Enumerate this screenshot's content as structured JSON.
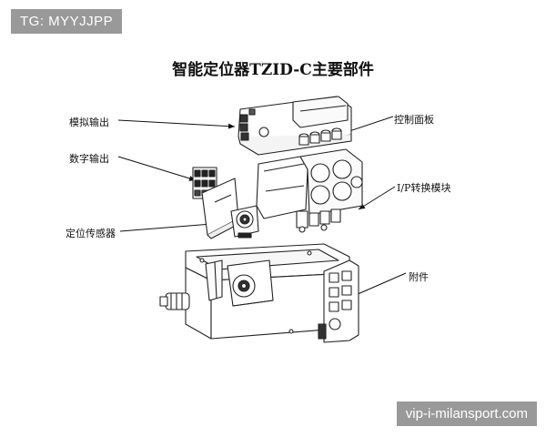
{
  "watermark_top": "TG: MYYJJPP",
  "watermark_bottom": "vip-i-milansport.com",
  "title": "智能定位器TZID-C主要部件",
  "labels": {
    "analog_output": "模拟输出",
    "digital_output": "数字输出",
    "position_sensor": "定位传感器",
    "control_panel": "控制面板",
    "ip_module": "I/P转换模块",
    "accessory": "附件"
  }
}
